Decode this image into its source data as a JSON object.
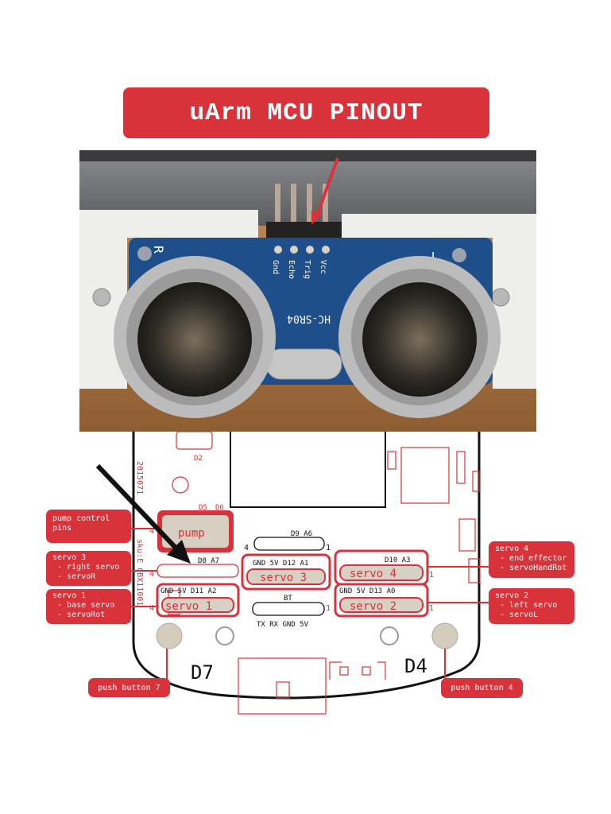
{
  "title": "uArm MCU PINOUT",
  "sensor": {
    "pins": [
      "Gnd",
      "Echo",
      "Trig",
      "Vcc"
    ],
    "model": "HC-SR04",
    "left_mark": "R",
    "right_mark": "T"
  },
  "board": {
    "date_code": "2015071",
    "sku": "sku:E CBX11001",
    "label_d2": "D2",
    "label_d5": "D5",
    "label_d6": "D6",
    "label_d7": "D7",
    "label_d4": "D4",
    "pump_label": "pump",
    "servo1": {
      "name": "servo 1",
      "pins": "GND 5V  D11 A2"
    },
    "servo2": {
      "name": "servo 2",
      "pins": "GND 5V  D13 A0"
    },
    "servo3": {
      "name": "servo 3",
      "pins": "GND 5V  D12 A1"
    },
    "servo4": {
      "name": "servo 4",
      "pins": "D10 A3"
    },
    "header_d9_a6": "D9 A6",
    "header_d8_a7": "D8 A7",
    "bt_label": "BT",
    "bt_pins": "TX  RX GND  5V",
    "pin_num_4": "4",
    "pin_num_1": "1"
  },
  "callouts": {
    "pump": [
      "pump control",
      "pins"
    ],
    "servo3": [
      "servo 3",
      " - right servo",
      " - servoR"
    ],
    "servo1": [
      "servo 1",
      " - base servo",
      " - servoRot"
    ],
    "servo4": [
      "servo 4",
      " - end effector",
      " - servoHandRot"
    ],
    "servo2": [
      "servo 2",
      " - left servo",
      " - servoL"
    ],
    "button7": "push button 7",
    "button4": "push button 4"
  },
  "colors": {
    "accent": "#d8323a",
    "pcb": "#1f4f8a",
    "board_line": "#111111"
  }
}
